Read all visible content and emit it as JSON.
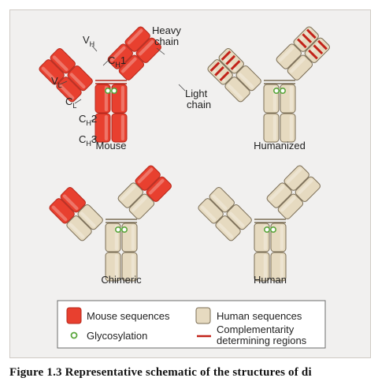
{
  "colors": {
    "mouse_fill": "#e8402f",
    "mouse_stroke": "#b5281c",
    "human_fill": "#e6dac0",
    "human_stroke": "#7a6d55",
    "glyco": "#5aa63c",
    "cdr": "#c2231a",
    "panel_bg": "#f1f0ef"
  },
  "antibodies": [
    {
      "id": "mouse",
      "label": "Mouse",
      "variable": "mouse",
      "constant_arm": "mouse",
      "stem": "mouse",
      "cdr": false
    },
    {
      "id": "humanized",
      "label": "Humanized",
      "variable": "human",
      "constant_arm": "human",
      "stem": "human",
      "cdr": true
    },
    {
      "id": "chimeric",
      "label": "Chimeric",
      "variable": "mouse",
      "constant_arm": "human",
      "stem": "human",
      "cdr": false
    },
    {
      "id": "human",
      "label": "Human",
      "variable": "human",
      "constant_arm": "human",
      "stem": "human",
      "cdr": false
    }
  ],
  "domain_labels": {
    "vh": {
      "main": "V",
      "sub": "H",
      "tail": ""
    },
    "ch1": {
      "main": "C",
      "sub": "H",
      "tail": "1"
    },
    "vl": {
      "main": "V",
      "sub": "L",
      "tail": ""
    },
    "cl": {
      "main": "C",
      "sub": "L",
      "tail": ""
    },
    "ch2": {
      "main": "C",
      "sub": "H",
      "tail": "2"
    },
    "ch3": {
      "main": "C",
      "sub": "H",
      "tail": "3"
    },
    "heavy_chain": [
      "Heavy",
      "chain"
    ],
    "light_chain": [
      "Light",
      "chain"
    ]
  },
  "legend": {
    "mouse_sequences": "Mouse sequences",
    "human_sequences": "Human sequences",
    "glycosylation": "Glycosylation",
    "cdr": [
      "Complementarity",
      "determining regions"
    ]
  },
  "caption": "Figure 1.3 Representative schematic of the structures of di"
}
